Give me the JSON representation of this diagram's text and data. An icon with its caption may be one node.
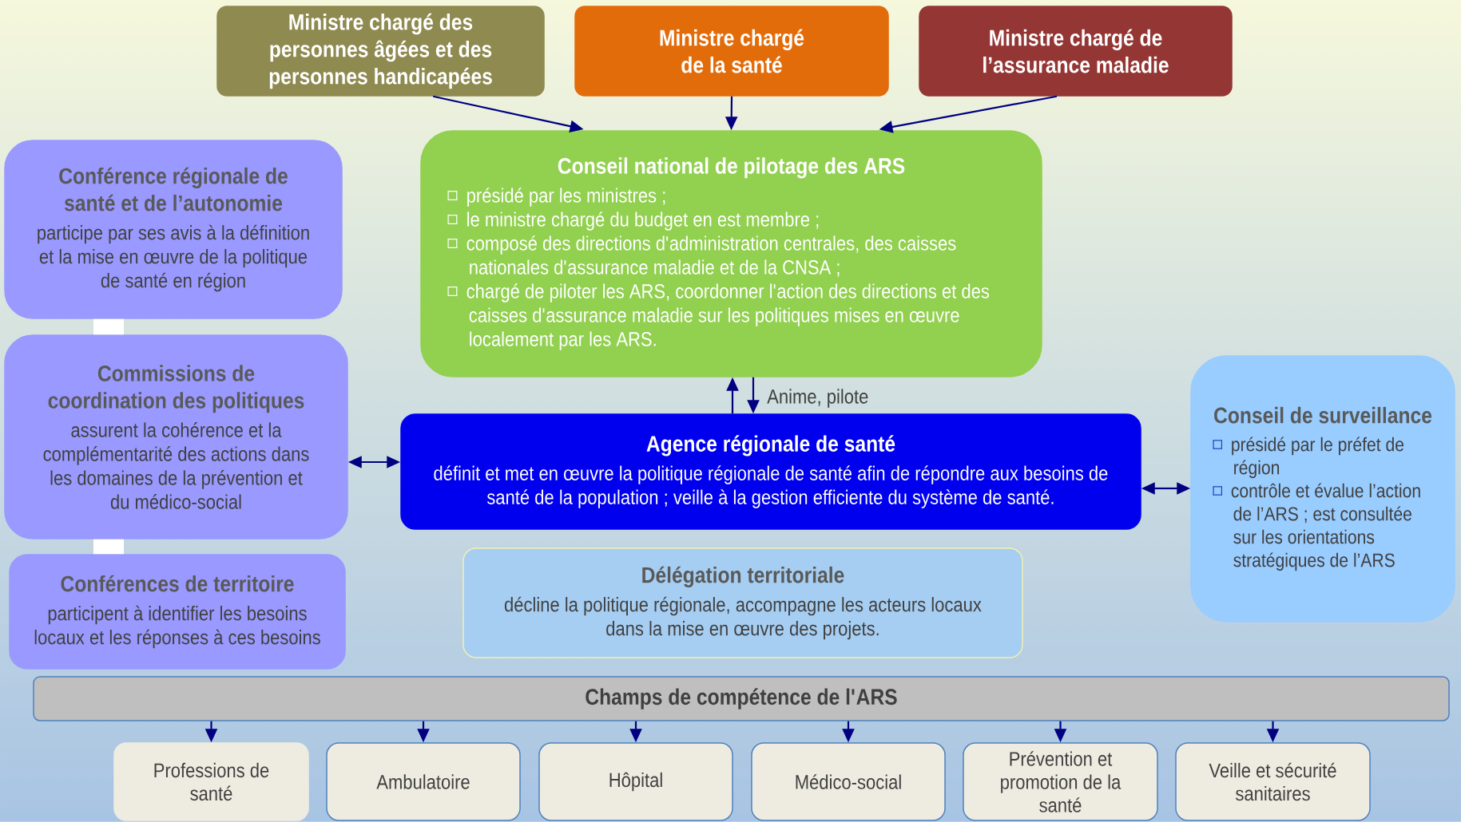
{
  "diagram": {
    "nodes": [
      {
        "text": [
          "Ministre chargé des personnes âgées et des personnes handicapées"
        ]
      },
      {
        "text": [
          "Ministre chargé de la santé"
        ]
      },
      {
        "text": [
          "Ministre chargé de l’assurance maladie"
        ]
      },
      {
        "text": [
          "Conseil national de pilotage des ARS",
          "présidé par les ministres ;",
          "le ministre chargé du budget en est membre ;",
          "composé des directions d'administration centrales, des caisses nationales d'assurance maladie et de la CNSA ;",
          "chargé de piloter les ARS, coordonner l'action des directions et des caisses d'assurance maladie sur les politiques mises en œuvre localement par les ARS."
        ]
      },
      {
        "text": [
          "Conférence régionale de santé et de l’autonomie",
          "participe par ses avis à la définition et la mise en œuvre de la politique de santé en région"
        ]
      },
      {
        "text": [
          "Commissions  de coordination des politiques",
          "assurent la cohérence et la complémentarité des actions dans les domaines de la prévention et du médico-social"
        ]
      },
      {
        "text": [
          "Conférences de territoire",
          "participent à identifier les besoins locaux et les réponses à ces besoins"
        ]
      },
      {
        "text": [
          "Agence régionale de santé",
          "définit et met en œuvre la politique régionale de santé afin de répondre aux besoins de santé de la population ;  veille à la gestion efficiente du système de santé."
        ]
      },
      {
        "text": [
          "Délégation territoriale",
          "décline la politique régionale, accompagne les acteurs locaux dans la mise en œuvre des projets."
        ]
      },
      {
        "text": [
          "Conseil de surveillance",
          "présidé par le préfet de région",
          "contrôle et évalue l’action  de l’ARS ; est consultée sur les orientations stratégiques de l’ARS"
        ]
      },
      {
        "text": [
          "Champs de compétence de l'ARS"
        ]
      },
      {
        "text": [
          "Professions de santé"
        ]
      },
      {
        "text": [
          "Ambulatoire"
        ]
      },
      {
        "text": [
          "Hôpital"
        ]
      },
      {
        "text": [
          "Médico-social"
        ]
      },
      {
        "text": [
          "Prévention et promotion de la santé"
        ]
      },
      {
        "text": [
          "Veille et sécurité sanitaires"
        ]
      }
    ],
    "edges": [
      {
        "from": 0,
        "to": 3,
        "arrow": "to"
      },
      {
        "from": 1,
        "to": 3,
        "arrow": "to"
      },
      {
        "from": 2,
        "to": 3,
        "arrow": "to"
      },
      {
        "from": 7,
        "to": 3,
        "arrow": "to"
      },
      {
        "from": 3,
        "to": 7,
        "arrow": "to",
        "label": "Anime, pilote"
      },
      {
        "from": 5,
        "to": 7,
        "arrow": "both"
      },
      {
        "from": 7,
        "to": 9,
        "arrow": "both"
      },
      {
        "from": 4,
        "to": 5,
        "arrow": "none",
        "style": "thick",
        "color": "#ffffff"
      },
      {
        "from": 5,
        "to": 6,
        "arrow": "none",
        "style": "thick",
        "color": "#ffffff"
      },
      {
        "from": 10,
        "to": 11,
        "arrow": "to"
      },
      {
        "from": 10,
        "to": 12,
        "arrow": "to"
      },
      {
        "from": 10,
        "to": 13,
        "arrow": "to"
      },
      {
        "from": 10,
        "to": 14,
        "arrow": "to"
      },
      {
        "from": 10,
        "to": 15,
        "arrow": "to"
      },
      {
        "from": 10,
        "to": 16,
        "arrow": "to"
      }
    ]
  }
}
